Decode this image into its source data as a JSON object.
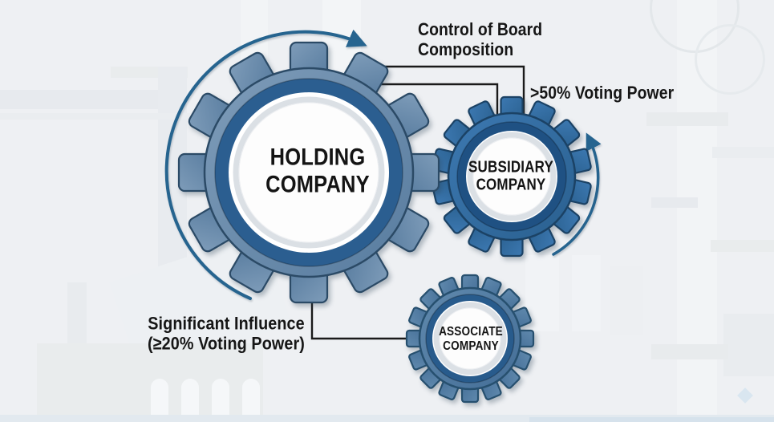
{
  "gears": {
    "holding": {
      "lines": [
        "HOLDING",
        "COMPANY"
      ]
    },
    "subsidiary": {
      "lines": [
        "SUBSIDIARY",
        "COMPANY"
      ]
    },
    "associate": {
      "lines": [
        "ASSOCIATE",
        "COMPANY"
      ]
    }
  },
  "annotations": {
    "board_control": "Control of Board Composition",
    "voting_power": ">50% Voting Power",
    "significant_influence_lines": [
      "Significant Influence",
      "(≥20% Voting Power)"
    ]
  },
  "colors": {
    "background": "#eef0f3",
    "holding_body_light": "#7e9cb9",
    "holding_body": "#587c9f",
    "holding_outline": "#2b4a66",
    "holding_ring": "#2b5e90",
    "subsidiary_body_light": "#3c78b1",
    "subsidiary_body": "#2a608f",
    "subsidiary_outline": "#1b4265",
    "subsidiary_ring": "#1f5183",
    "associate_body_light": "#6089ad",
    "associate_body": "#446e97",
    "associate_outline": "#27506f",
    "associate_ring": "#285b8c",
    "arrow": "#26648f",
    "connector": "#1a1a1a",
    "text": "#141414"
  }
}
